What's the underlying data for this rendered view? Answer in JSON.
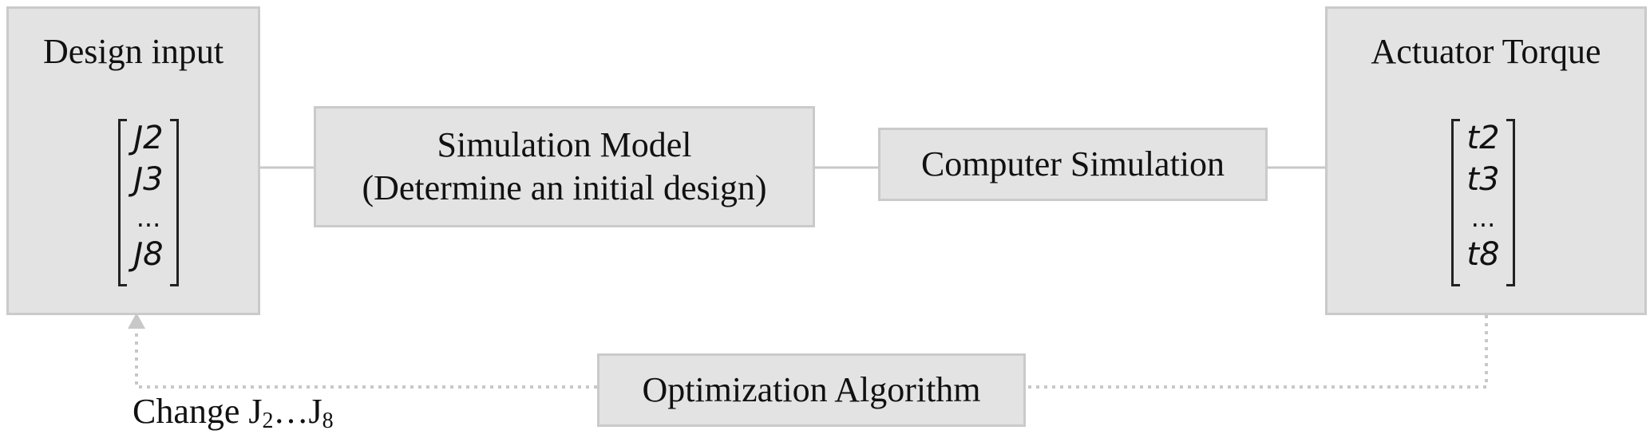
{
  "design_input": {
    "title": "Design input",
    "entries": [
      "J2",
      "J3",
      "...",
      "J8"
    ]
  },
  "simulation_model": {
    "line1": "Simulation Model",
    "line2": "(Determine an initial design)"
  },
  "computer_simulation": {
    "label": "Computer Simulation"
  },
  "actuator_torque": {
    "title": "Actuator Torque",
    "entries": [
      "t2",
      "t3",
      "...",
      "t8"
    ]
  },
  "optimization_algorithm": {
    "label": "Optimization Algorithm"
  },
  "feedback_label": {
    "prefix": "Change J",
    "sub_start": "2",
    "middle": "…J",
    "sub_end": "8"
  },
  "colors": {
    "box_fill": "#e3e3e3",
    "box_border": "#cacaca",
    "connector": "#c8c8c8",
    "dotted_feedback": "#c8c8c8",
    "text": "#111111"
  }
}
